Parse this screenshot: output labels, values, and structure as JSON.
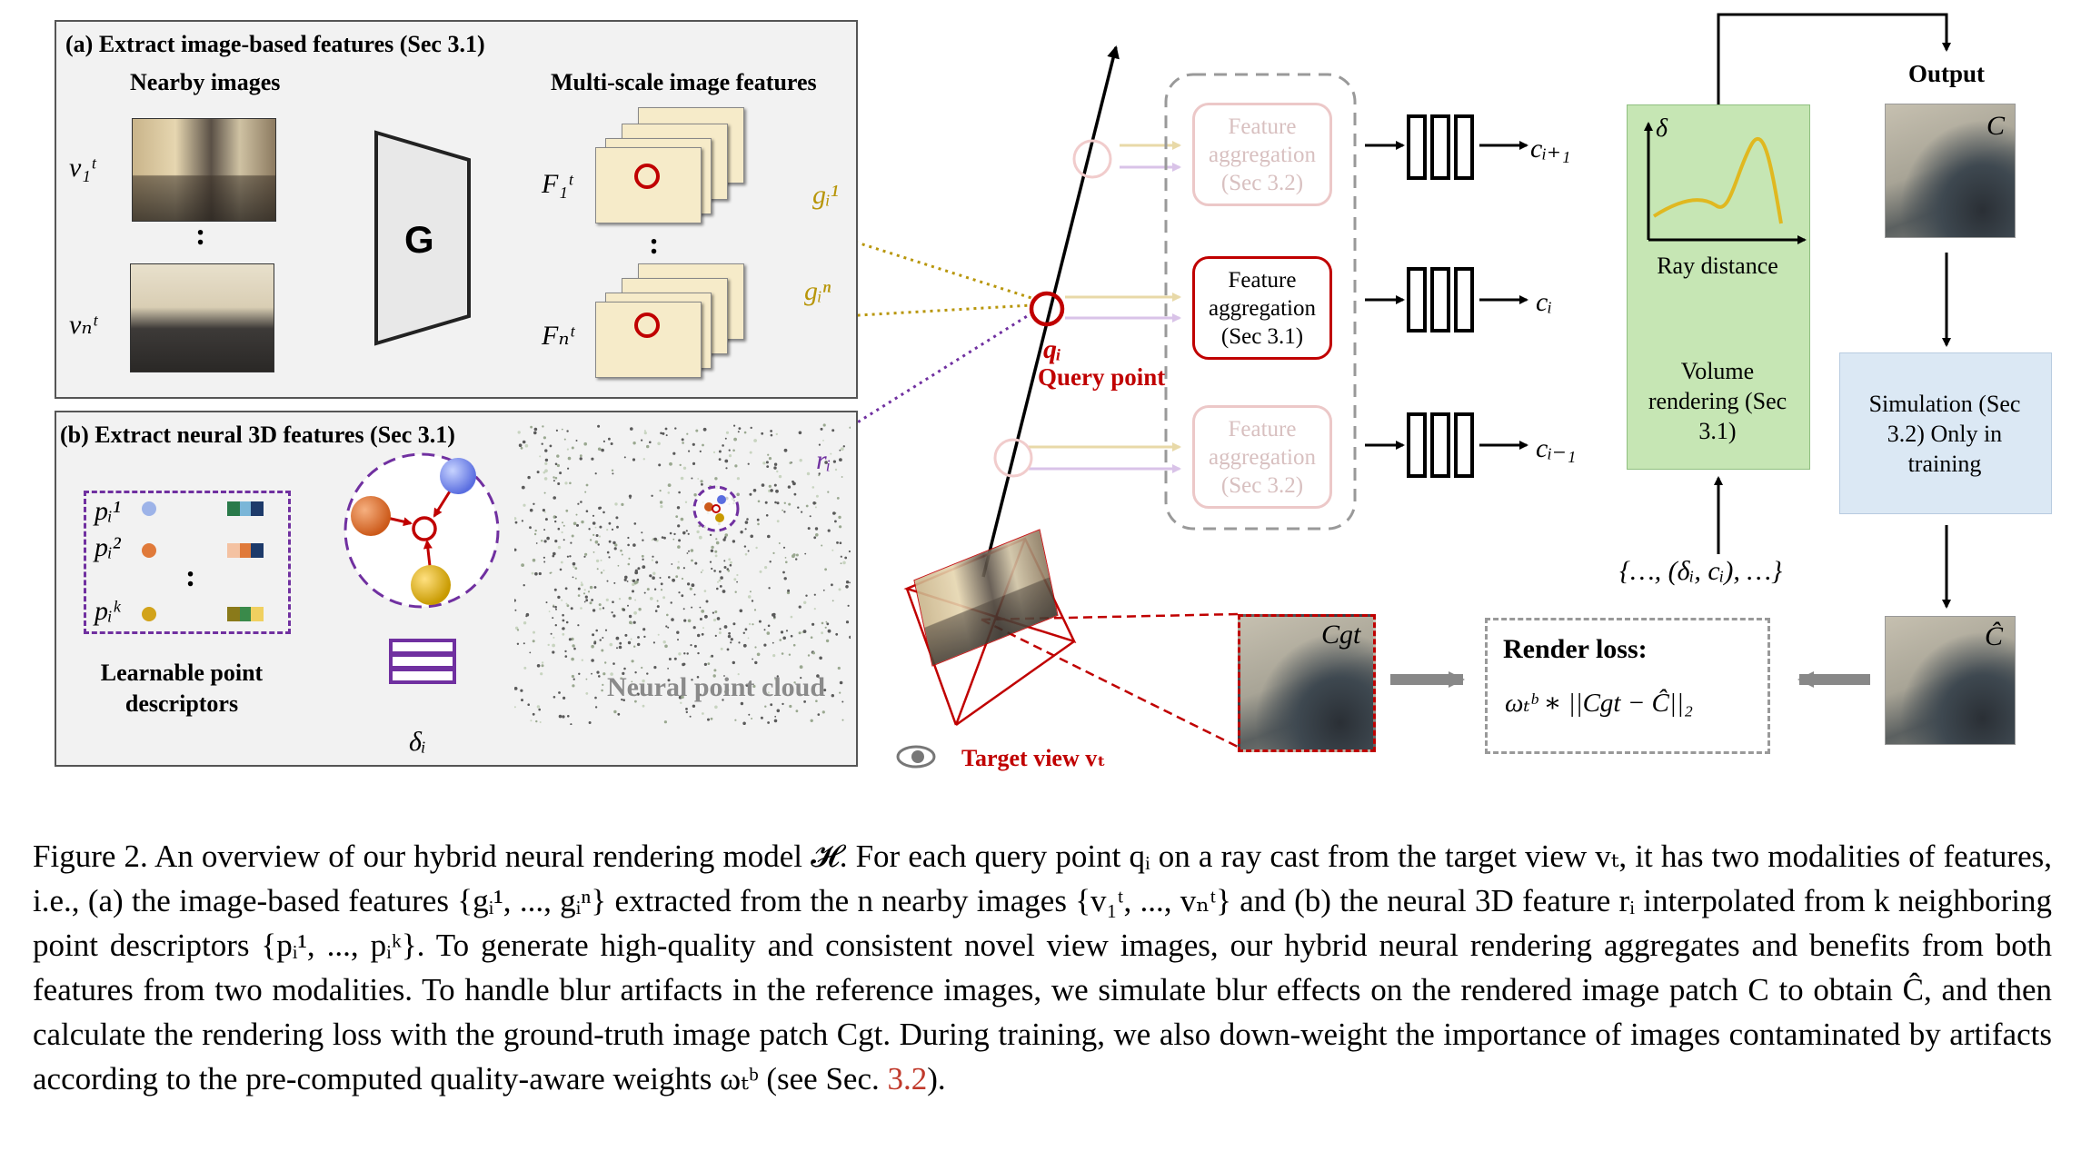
{
  "panel_a": {
    "title": "(a) Extract image-based features (Sec 3.1)",
    "nearby_images_label": "Nearby images",
    "multiscale_label": "Multi-scale image features",
    "generator_label": "G",
    "v1": "v₁ᵗ",
    "vn": "vₙᵗ",
    "F1": "F₁ᵗ",
    "Fn": "Fₙᵗ",
    "g1": "gᵢ¹",
    "gn": "gᵢⁿ",
    "dots": ":"
  },
  "panel_b": {
    "title": "(b) Extract neural 3D features (Sec 3.1)",
    "descriptors_label": "Learnable point descriptors",
    "p1": "pᵢ¹",
    "p2": "pᵢ²",
    "pk": "pᵢᵏ",
    "dots": ":",
    "ri": "rᵢ",
    "delta_i": "δᵢ",
    "point_cloud_label": "Neural point cloud"
  },
  "center": {
    "qi": "qᵢ",
    "query_point_label": "Query point",
    "target_view_label": "Target view vₜ",
    "agg_top": "Feature aggregation (Sec 3.2)",
    "agg_mid": "Feature aggregation (Sec 3.1)",
    "agg_bot": "Feature aggregation (Sec 3.2)",
    "c_top": "cᵢ₊₁",
    "c_mid": "cᵢ",
    "c_bot": "cᵢ₋₁"
  },
  "right": {
    "output_label": "Output",
    "C_label": "C",
    "Chat_label": "Ĉ",
    "Cgt_label": "Cgt",
    "delta_axis": "δ",
    "ray_distance": "Ray distance",
    "volume_rendering": "Volume rendering (Sec 3.1)",
    "simulation": "Simulation (Sec 3.2) Only in training",
    "tuple_set": "{…, (δᵢ, cᵢ), …}",
    "render_loss_title": "Render loss:",
    "render_loss_formula": "ωₜᵇ ∗ ||Cgt − Ĉ||₂"
  },
  "colors": {
    "query_red": "#c00000",
    "gold": "#b8960a",
    "purple": "#7030a0",
    "volume_green": "#c6e6b4",
    "simulation_blue": "#dbe8f4",
    "ref_red": "#c0392b"
  },
  "caption": {
    "part1": "Figure 2. An overview of our hybrid neural rendering model 𝓗. For each query point qᵢ on a ray cast from the target view vₜ, it has two modalities of features, i.e., (a) the image-based features {gᵢ¹, ..., gᵢⁿ} extracted from the n nearby images {v₁ᵗ, ..., vₙᵗ} and (b) the neural 3D feature rᵢ interpolated from k neighboring point descriptors {pᵢ¹, ..., pᵢᵏ}. To generate high-quality and consistent novel view images, our hybrid neural rendering aggregates and benefits from both features from two modalities. To handle blur artifacts in the reference images, we simulate blur effects on the rendered image patch C to obtain Ĉ, and then calculate the rendering loss with the ground-truth image patch Cgt. During training, we also down-weight the importance of images contaminated by artifacts according to the pre-computed quality-aware weights ωₜᵇ (see Sec. ",
    "ref": "3.2",
    "part2": ")."
  }
}
